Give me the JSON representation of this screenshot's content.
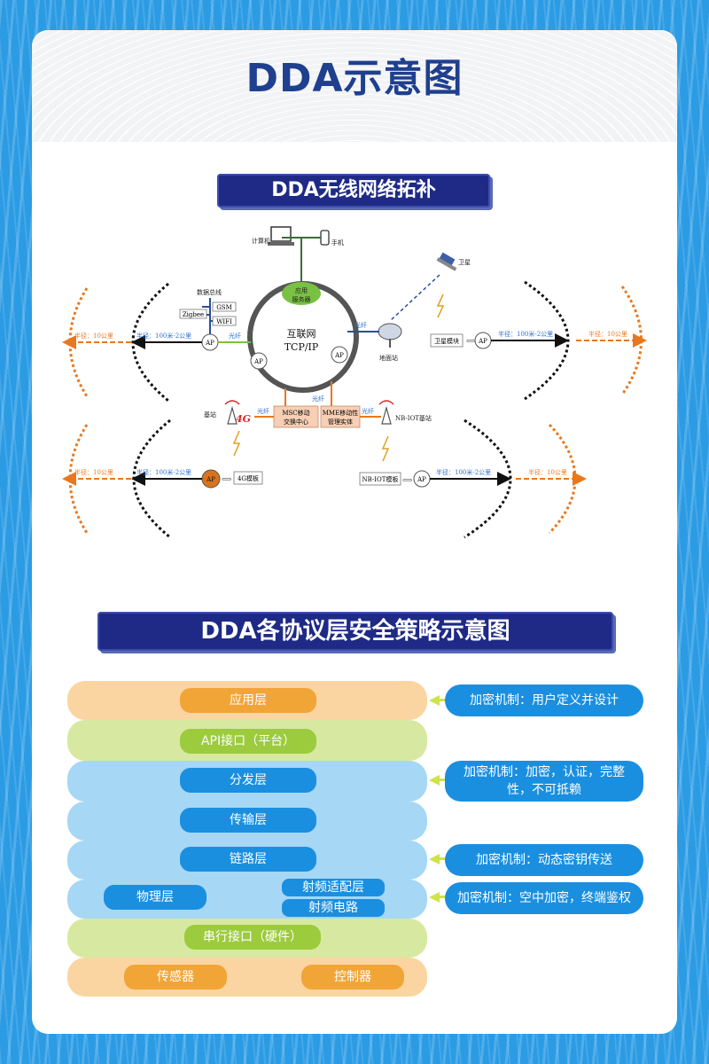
{
  "main_title": "DDA示意图",
  "network": {
    "banner": "DDA无线网络拓补",
    "computer": "计算机",
    "phone": "手机",
    "app_server": [
      "应用",
      "服务器"
    ],
    "internet": "互联网",
    "tcpip": "TCP/IP",
    "ap": "AP",
    "fiber": "光纤",
    "data_bus": "数据总线",
    "gsm": "GSM",
    "zigbee": "Zigbee",
    "wifi": "WIFI",
    "satellite": "卫星",
    "ground_station": "地面站",
    "satellite_module": "卫星模块",
    "base_station": "基站",
    "four_g": "4G",
    "msc": [
      "MSC移动",
      "交换中心"
    ],
    "mme": [
      "MME移动性",
      "管理实体"
    ],
    "nbiot_station": "NB-IOT基站",
    "module_4g": "4G模板",
    "nbiot_module": "NB-IOT模板",
    "radius_near": "半径：100米-2公里",
    "radius_far": "半径：10公里"
  },
  "protocol": {
    "banner": "DDA各协议层安全策略示意图",
    "app_layer": "应用层",
    "api": "API接口（平台）",
    "distribution": "分发层",
    "transport": "传输层",
    "link": "链路层",
    "physical": "物理层",
    "rf_adapt": "射频适配层",
    "rf_circuit": "射频电路",
    "serial": "串行接口（硬件）",
    "sensor": "传感器",
    "controller": "控制器",
    "enc1": "加密机制：用户定义并设计",
    "enc2a": "加密机制：加密，认证，完整",
    "enc2b": "性，不可抵赖",
    "enc3": "加密机制：动态密钥传送",
    "enc4": "加密机制：空中加密，终端鉴权"
  }
}
